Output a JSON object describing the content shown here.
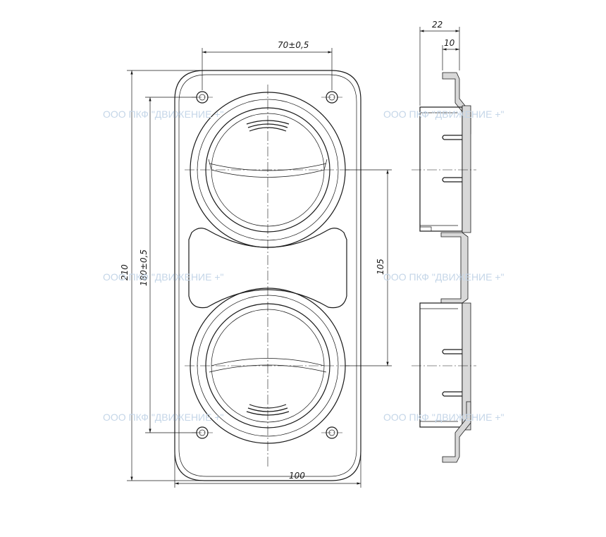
{
  "watermark": "ООО ПКФ \"ДВИЖЕНИЕ +\"",
  "dimensions": {
    "width_top": "70±0,5",
    "height_total": "210",
    "height_holes": "180±0,5",
    "center_distance": "105",
    "width_bottom": "100",
    "side_depth": "22",
    "side_flange": "10"
  }
}
